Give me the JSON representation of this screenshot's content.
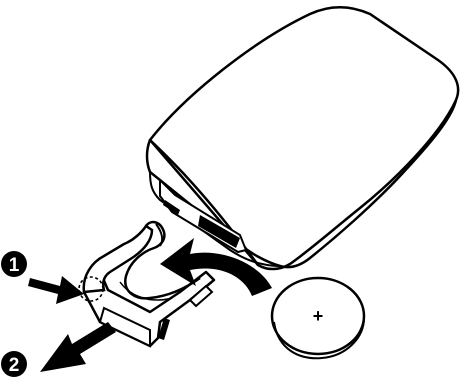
{
  "steps": [
    {
      "number": "1",
      "action": "press"
    },
    {
      "number": "2",
      "action": "pull"
    }
  ],
  "battery": {
    "polarity_mark": "+"
  },
  "colors": {
    "line": "#000000",
    "fill": "#ffffff",
    "arrow": "#000000"
  }
}
